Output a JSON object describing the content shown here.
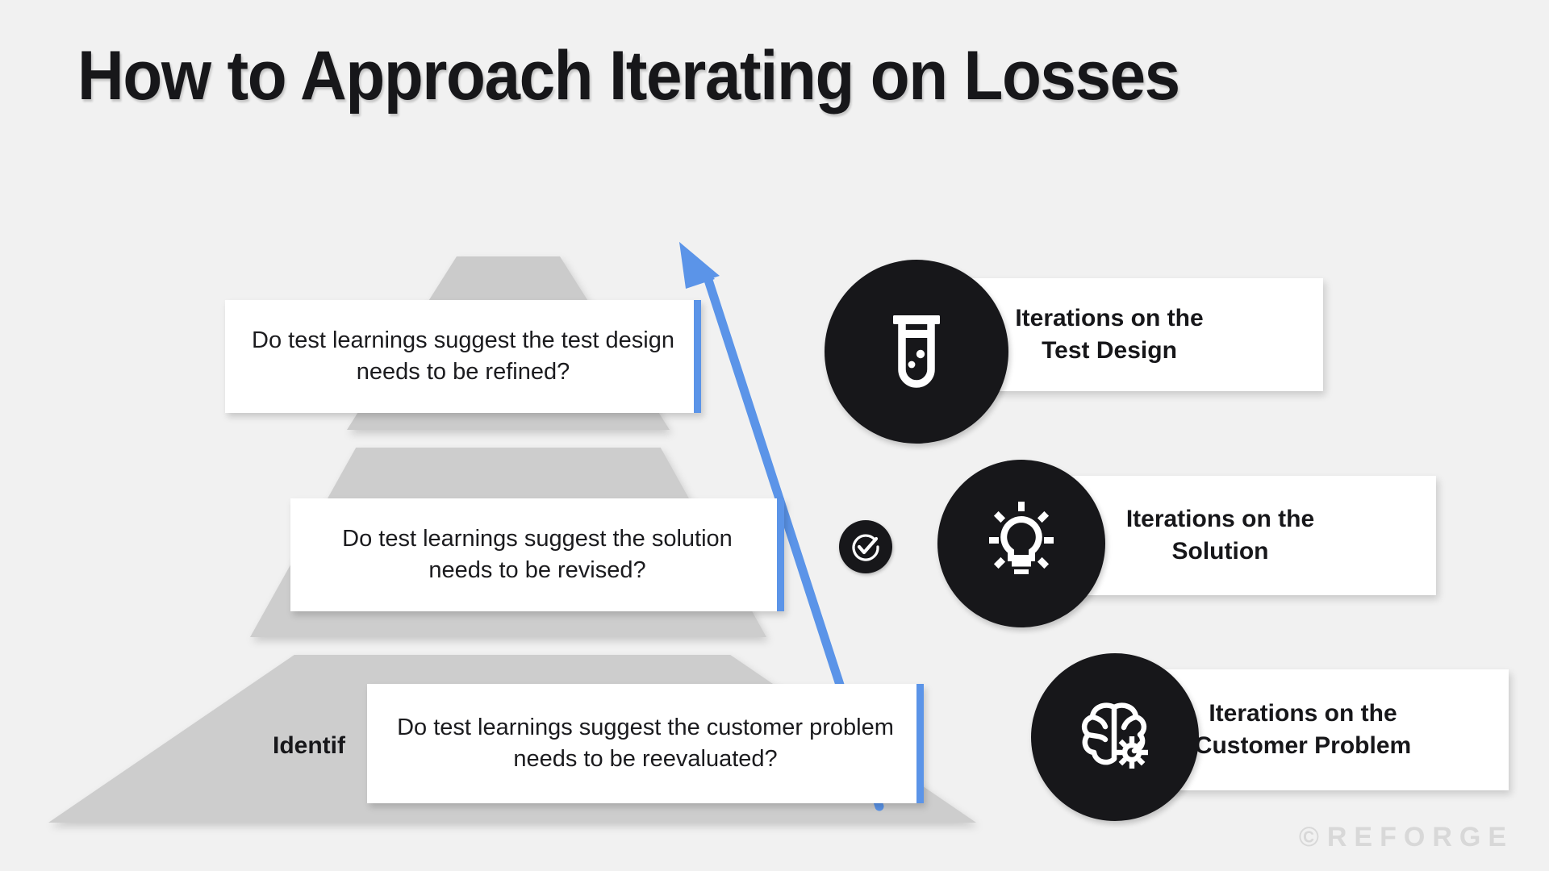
{
  "page": {
    "title": "How to Approach Iterating on Losses",
    "background_color": "#f1f1f1",
    "accent_color": "#5b94e8",
    "icon_color": "#17171a"
  },
  "pyramid": {
    "tier_color": "#cdcdcd",
    "bottom_tier_label": "Identif",
    "tiers": [
      {
        "name": "test-design-tier"
      },
      {
        "name": "solution-tier"
      },
      {
        "name": "customer-problem-tier"
      }
    ]
  },
  "callouts": [
    {
      "text": "Do test learnings suggest the test design needs to be refined?"
    },
    {
      "text": "Do test learnings suggest the solution needs to be revised?"
    },
    {
      "text": "Do test learnings suggest the customer problem needs to be reevaluated?"
    }
  ],
  "iterations": [
    {
      "icon": "test-tube-icon",
      "line1": "Iterations on the",
      "line2": "Test Design"
    },
    {
      "icon": "lightbulb-icon",
      "line1": "Iterations on the",
      "line2": "Solution"
    },
    {
      "icon": "brain-gear-icon",
      "line1": "Iterations on the",
      "line2": "Customer Problem"
    }
  ],
  "badge": {
    "icon": "check-circle-icon"
  },
  "arrow": {
    "icon": "up-left-arrow",
    "color": "#5b94e8"
  },
  "watermark": {
    "mark": "©",
    "text": "REFORGE"
  }
}
